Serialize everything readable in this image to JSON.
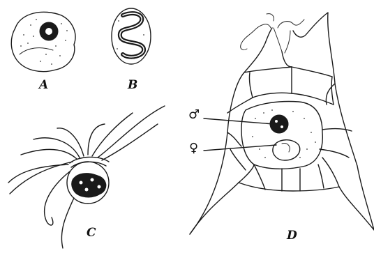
{
  "figure": {
    "labels": {
      "a": "A",
      "b": "B",
      "c": "C",
      "d": "D"
    },
    "symbols": {
      "male": "♂",
      "female": "♀"
    }
  }
}
